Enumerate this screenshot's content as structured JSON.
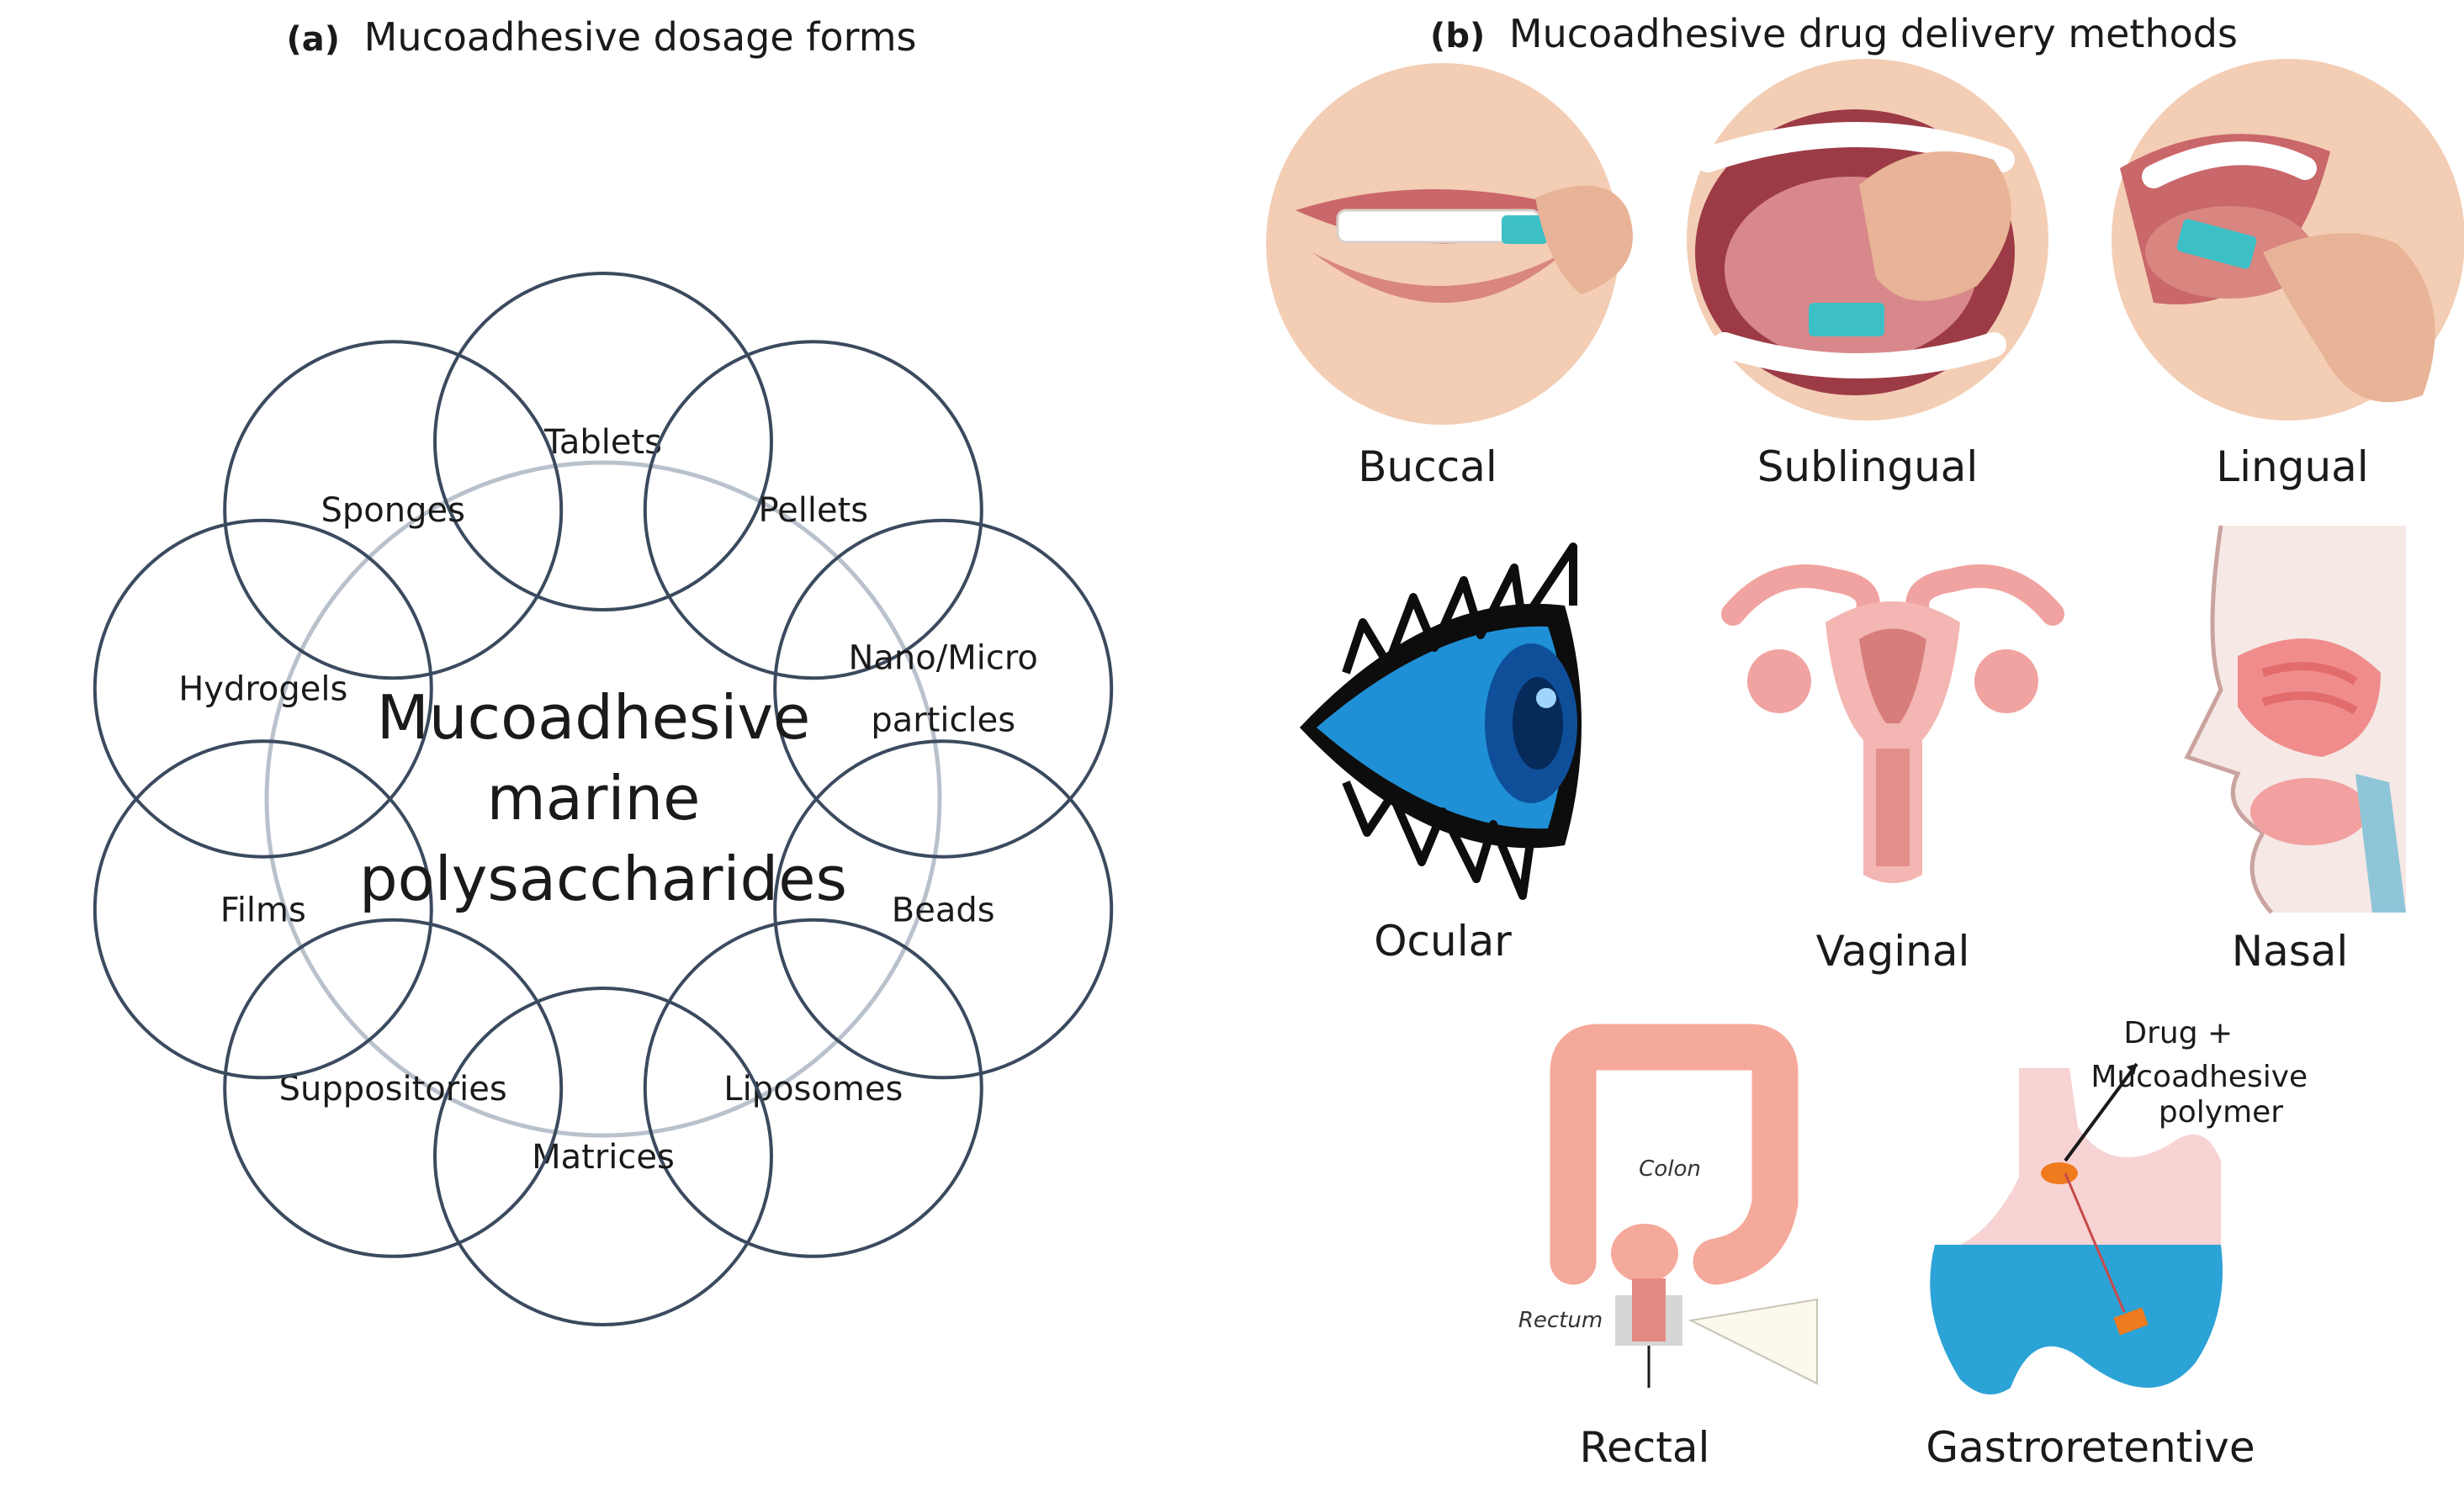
{
  "panel_a": {
    "letter": "(a)",
    "title": "Mucoadhesive dosage forms",
    "center": [
      "Mucoadhesive",
      "marine",
      "polysaccharides"
    ],
    "forms": [
      [
        "Tablets"
      ],
      [
        "Pellets"
      ],
      [
        "Nano/Micro",
        "particles"
      ],
      [
        "Beads"
      ],
      [
        "Liposomes"
      ],
      [
        "Matrices"
      ],
      [
        "Suppositories"
      ],
      [
        "Films"
      ],
      [
        "Hydrogels"
      ],
      [
        "Sponges"
      ]
    ]
  },
  "panel_b": {
    "letter": "(b)",
    "title": "Mucoadhesive drug delivery methods",
    "routes": {
      "buccal": "Buccal",
      "sublingual": "Sublingual",
      "lingual": "Lingual",
      "ocular": "Ocular",
      "vaginal": "Vaginal",
      "nasal": "Nasal",
      "rectal": "Rectal",
      "gastroretentive": "Gastroretentive"
    },
    "rectal_labels": {
      "colon": "Colon",
      "rectum": "Rectum"
    },
    "gastro_labels": [
      "Drug +",
      "Mucoadhesive",
      "polymer"
    ]
  },
  "colors": {
    "circle_stroke": "#3b4a5e",
    "center_circle_stroke": "#b9c2cc",
    "skin": "#f1c4a8",
    "lip": "#c9676a",
    "strip": "#3dbfc6",
    "eye_blue": "#1f8fd6",
    "reproductive_pink": "#f0a3a0",
    "nasal_pink": "#f08c8c",
    "colon_pink": "#f5a99a",
    "stomach_pink": "#f8d3d3",
    "gastric_blue": "#2ba3d6",
    "tablet_orange": "#f07a1e"
  }
}
